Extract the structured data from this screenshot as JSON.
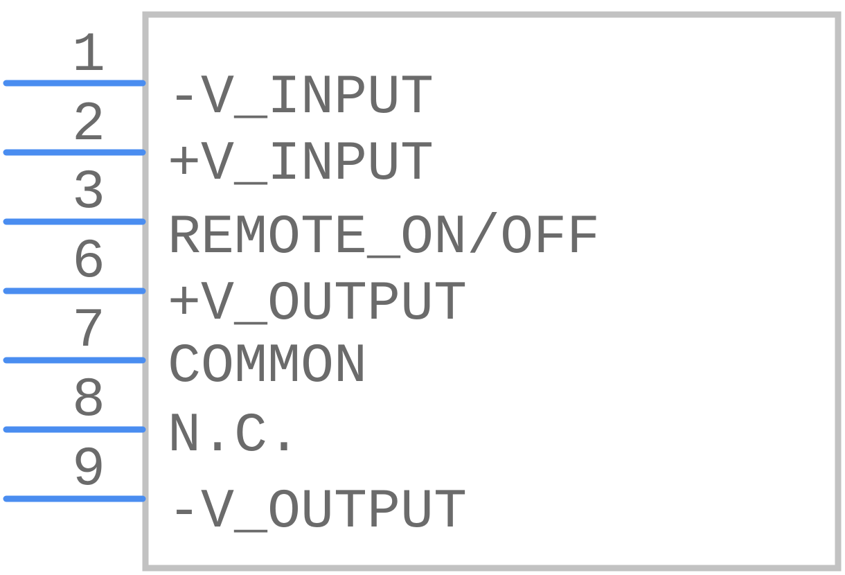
{
  "colors": {
    "body_outline": "#c2c2c2",
    "pin": "#4a8df0",
    "text": "#6b6b6b",
    "background": "#ffffff"
  },
  "pins": [
    {
      "number": "1",
      "label": "-V_INPUT"
    },
    {
      "number": "2",
      "label": "+V_INPUT"
    },
    {
      "number": "3",
      "label": "REMOTE_ON/OFF"
    },
    {
      "number": "6",
      "label": "+V_OUTPUT"
    },
    {
      "number": "7",
      "label": "COMMON"
    },
    {
      "number": "8",
      "label": "N.C."
    },
    {
      "number": "9",
      "label": "-V_OUTPUT"
    }
  ]
}
